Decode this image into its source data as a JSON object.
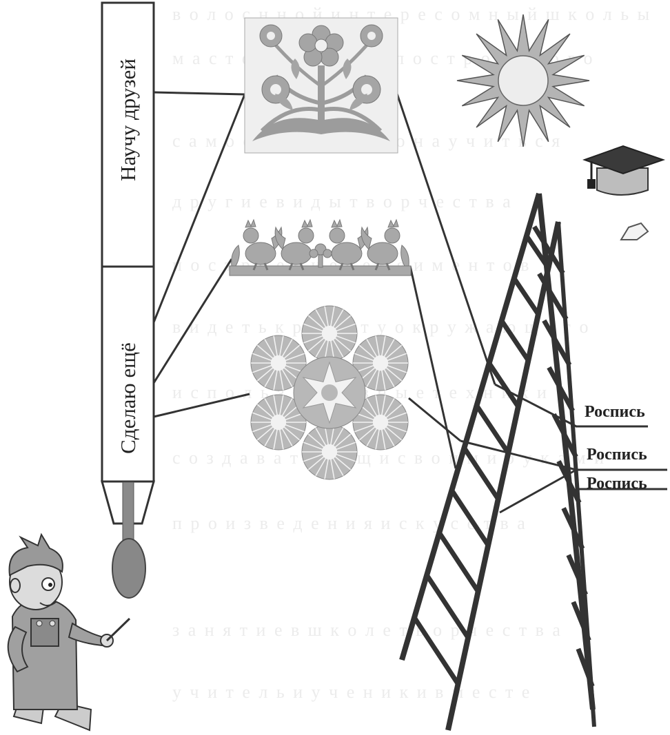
{
  "pencil": {
    "top_label": "Научу друзей",
    "bottom_label": "Сделаю ещё"
  },
  "ladder": {
    "labels": [
      "Роспись",
      "Роспись",
      "Роспись"
    ]
  },
  "colors": {
    "line": "#333333",
    "fill_light": "#cfcfcf",
    "fill_mid": "#9a9a9a",
    "fill_dark": "#555555",
    "ink": "#222222"
  },
  "icons": [
    "sun-icon",
    "graduation-cap-icon",
    "paper-scrap-icon",
    "boy-pointer-icon",
    "floral-cutout-icon",
    "roosters-border-icon",
    "snowflake-icon",
    "ladder-icon",
    "pencil-icon"
  ]
}
